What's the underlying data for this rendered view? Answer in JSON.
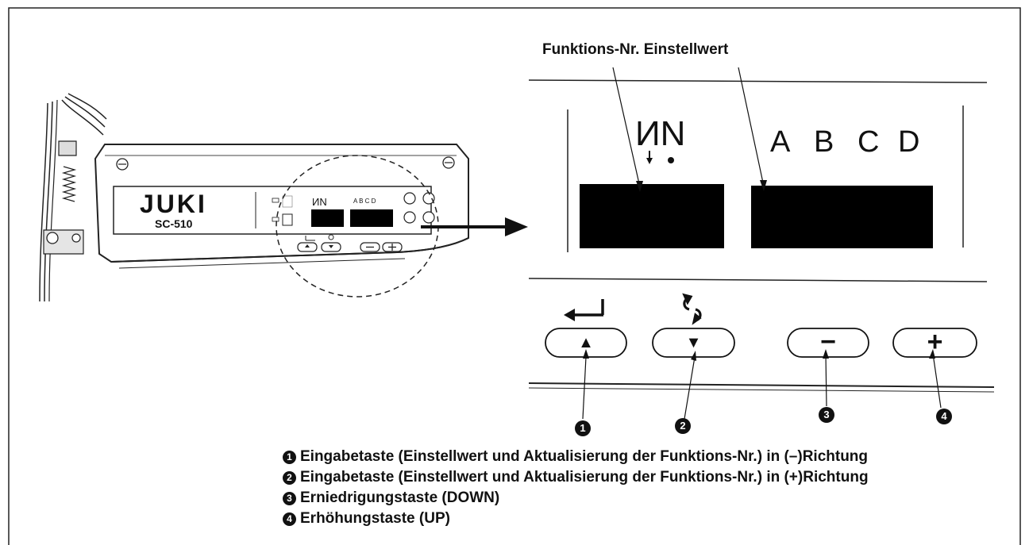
{
  "header_label": "Funktions-Nr. Einstellwert",
  "panel": {
    "brand": "JUKI",
    "model": "SC-510",
    "small_display_left": "ИN",
    "small_display_right": "A B C D"
  },
  "display": {
    "left_symbols": "ИN",
    "right_letters": [
      "A",
      "B",
      "C",
      "D"
    ]
  },
  "buttons": [
    {
      "symbol": "▲",
      "top_icon": "enter-arrow-icon"
    },
    {
      "symbol": "▼",
      "top_icon": "refresh-arrows-icon"
    },
    {
      "symbol": "−",
      "top_icon": ""
    },
    {
      "symbol": "+",
      "top_icon": ""
    }
  ],
  "callouts": [
    "1",
    "2",
    "3",
    "4"
  ],
  "legend": [
    {
      "num": "1",
      "text": "Eingabetaste (Einstellwert und Aktualisierung der Funktions-Nr.) in (–)Richtung"
    },
    {
      "num": "2",
      "text": "Eingabetaste (Einstellwert und Aktualisierung der Funktions-Nr.) in (+)Richtung"
    },
    {
      "num": "3",
      "text": "Erniedrigungstaste (DOWN)"
    },
    {
      "num": "4",
      "text": "Erhöhungstaste (UP)"
    }
  ]
}
